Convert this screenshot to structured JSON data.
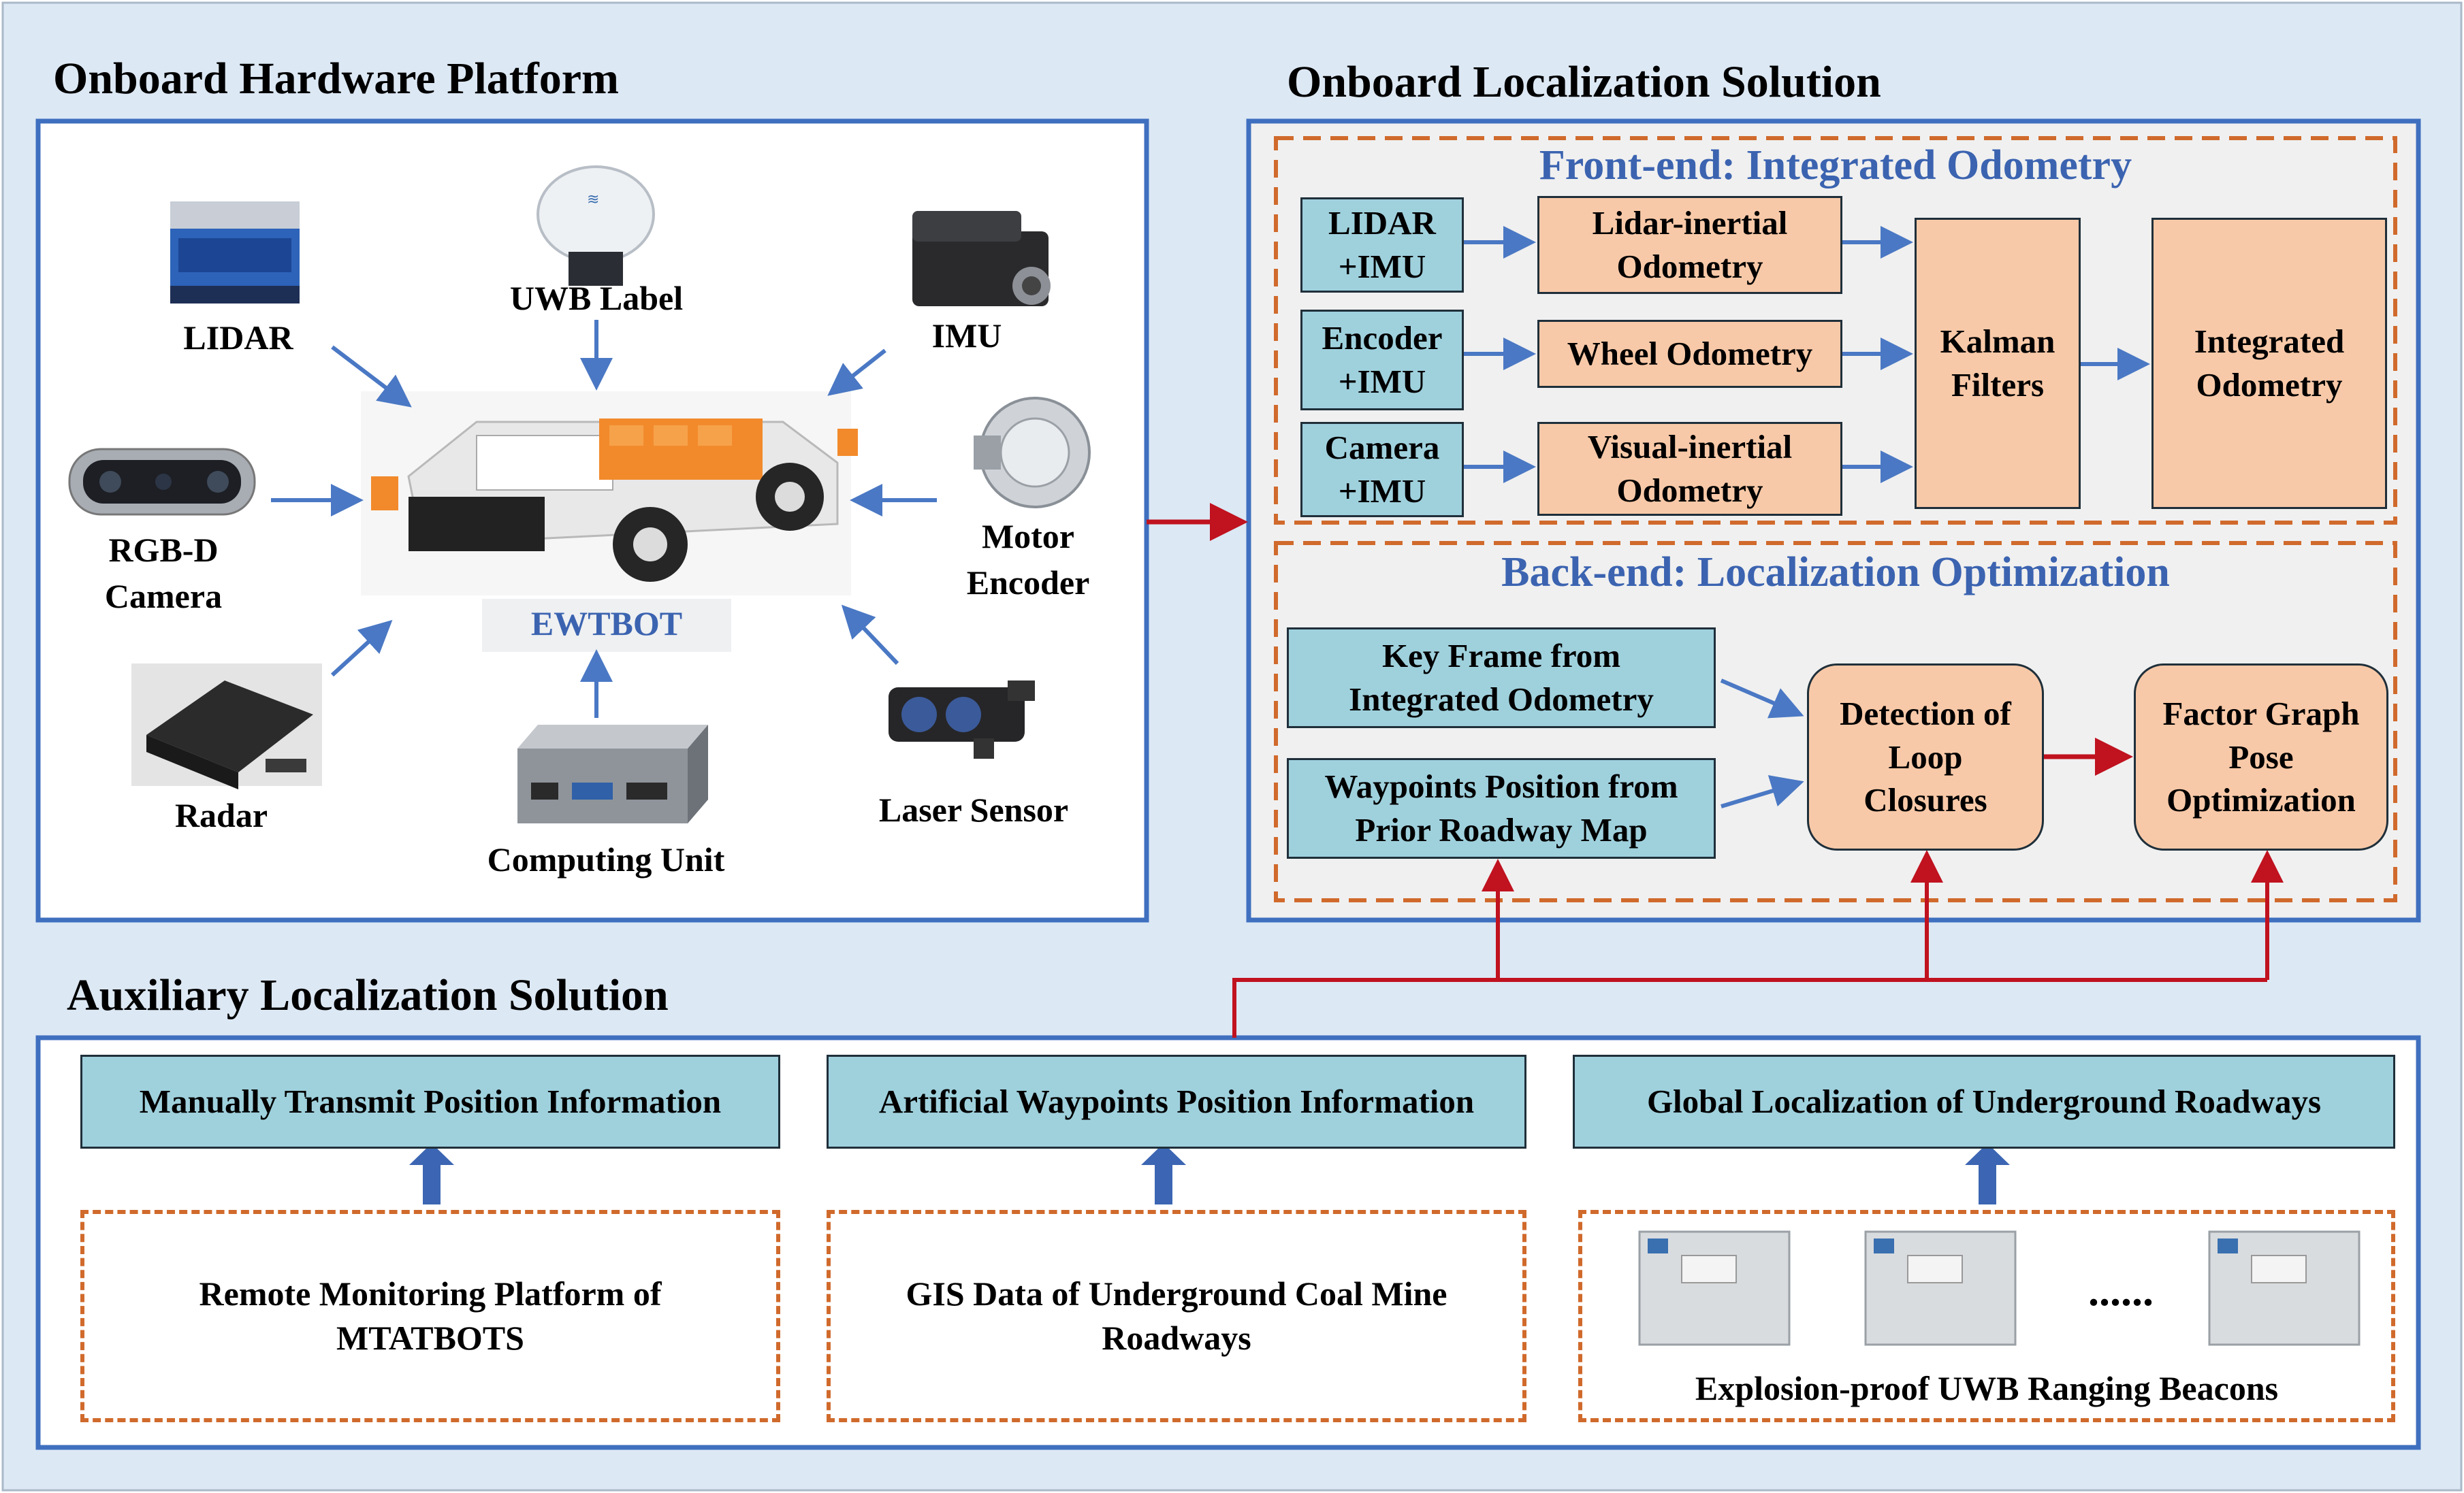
{
  "titles": {
    "hardware": "Onboard Hardware Platform",
    "onboard": "Onboard Localization Solution",
    "auxiliary": "Auxiliary Localization Solution"
  },
  "hardware": {
    "lidar": "LIDAR",
    "uwb_label": "UWB Label",
    "imu": "IMU",
    "rgbd_line1": "RGB-D",
    "rgbd_line2": "Camera",
    "motor_line1": "Motor",
    "motor_line2": "Encoder",
    "radar": "Radar",
    "laser": "Laser Sensor",
    "computing": "Computing Unit",
    "robot": "EWTBOT"
  },
  "frontend": {
    "title": "Front-end: Integrated Odometry",
    "lidar_imu": [
      "LIDAR",
      "+IMU"
    ],
    "encoder_imu": [
      "Encoder",
      "+IMU"
    ],
    "camera_imu": [
      "Camera",
      "+IMU"
    ],
    "lio": [
      "Lidar-inertial",
      "Odometry"
    ],
    "wheel": "Wheel Odometry",
    "vio": [
      "Visual-inertial",
      "Odometry"
    ],
    "kalman": [
      "Kalman",
      "Filters"
    ],
    "integrated": [
      "Integrated",
      "Odometry"
    ]
  },
  "backend": {
    "title": "Back-end: Localization Optimization",
    "keyframe": [
      "Key Frame from",
      "Integrated Odometry"
    ],
    "waypoints": [
      "Waypoints Position from",
      "Prior Roadway Map"
    ],
    "loop": [
      "Detection of",
      "Loop",
      "Closures"
    ],
    "factor": [
      "Factor Graph",
      "Pose",
      "Optimization"
    ]
  },
  "auxiliary": {
    "manual": "Manually Transmit Position Information",
    "artificial": "Artificial Waypoints Position Information",
    "global": "Global Localization of Underground Roadways",
    "remote": [
      "Remote Monitoring Platform of",
      "MTATBOTS"
    ],
    "gis": [
      "GIS Data of Underground Coal Mine",
      "Roadways"
    ],
    "ellipsis": "......",
    "beacons": "Explosion-proof UWB Ranging Beacons"
  },
  "colors": {
    "background": "#dce8f4",
    "panel_border": "#3f6fbf",
    "blue_arrow": "#4a78c4",
    "red_arrow": "#c0121f",
    "teal_box": "#9fd1dd",
    "peach_box": "#f8c9a8",
    "dashed_orange": "#d06a2c",
    "sub_title": "#3b63b0"
  }
}
